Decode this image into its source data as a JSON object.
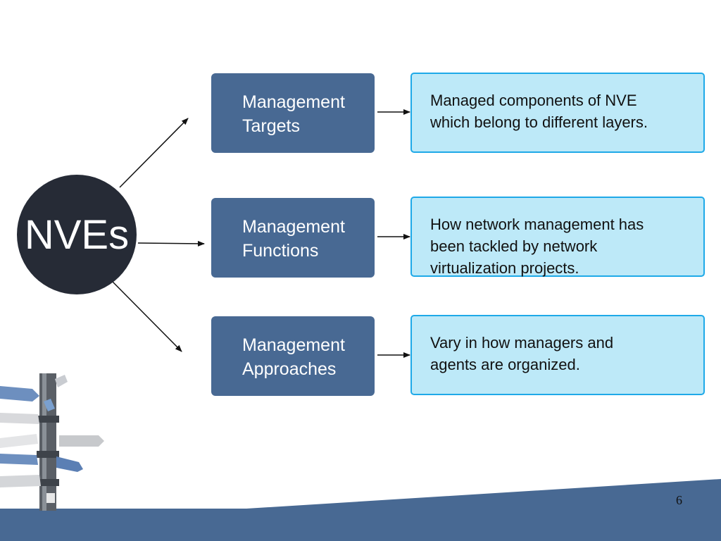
{
  "diagram": {
    "hub_label": "NVEs",
    "nodes": [
      {
        "lines": [
          "Management",
          "Targets"
        ]
      },
      {
        "lines": [
          "Management",
          "Functions"
        ]
      },
      {
        "lines": [
          "Management",
          "Approaches"
        ]
      }
    ],
    "descriptions": [
      {
        "lines": [
          "Managed components of NVE",
          "which belong to different layers."
        ]
      },
      {
        "lines": [
          "How network management has",
          "been tackled by network",
          "virtualization projects."
        ]
      },
      {
        "lines": [
          "Vary in how managers and",
          "agents are organized."
        ]
      }
    ]
  },
  "footer": {
    "page_number": "6",
    "band_color": "#486993"
  },
  "colors": {
    "hub": "#262b36",
    "node": "#486993",
    "description_fill": "#bde9f8",
    "description_border": "#1ea9e8"
  },
  "icons": {
    "decoration": "signpost-icon"
  }
}
